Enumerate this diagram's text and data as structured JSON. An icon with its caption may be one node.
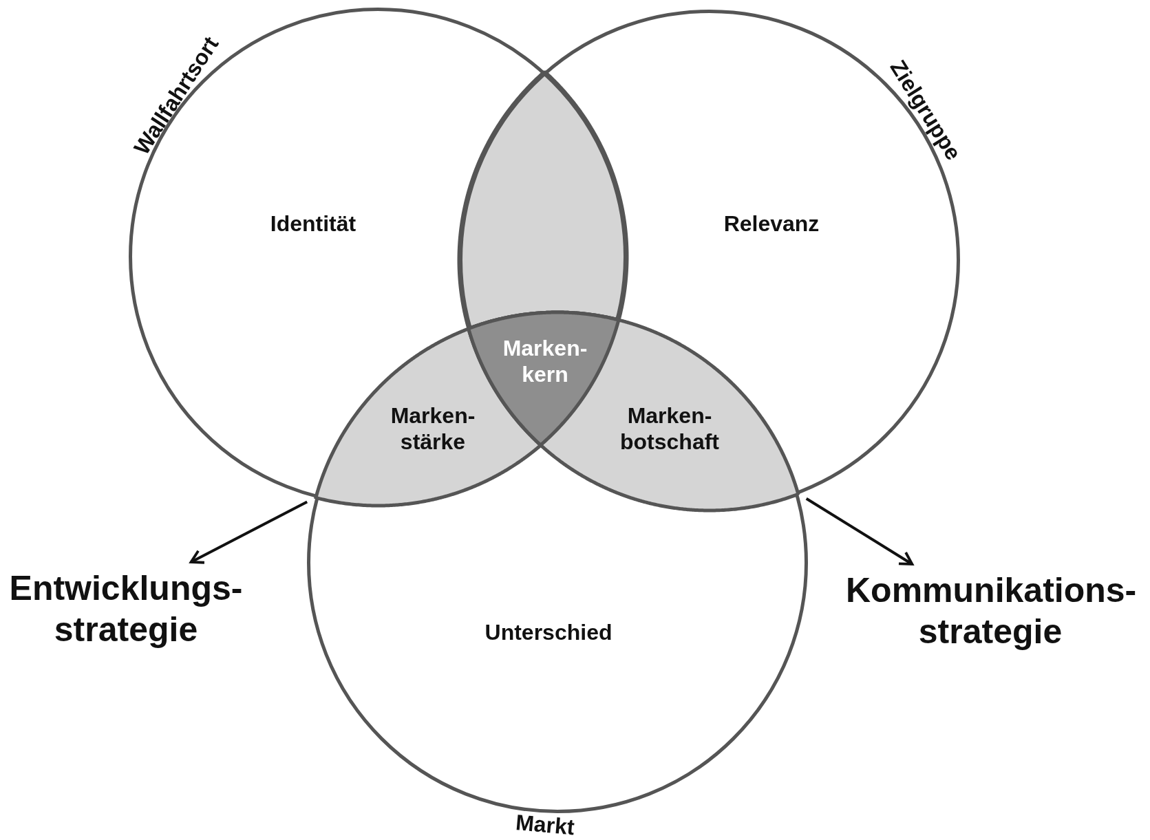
{
  "diagram": {
    "nodes": [
      {
        "text": [
          "Wallfahrtsort",
          "Identität"
        ]
      },
      {
        "text": [
          "Zielgruppe",
          "Relevanz"
        ]
      },
      {
        "text": [
          "Markt",
          "Unterschied"
        ]
      },
      {
        "text": [
          "Marken- stärke"
        ]
      },
      {
        "text": [
          "Marken- botschaft"
        ]
      },
      {
        "text": [
          "Marken- kern"
        ]
      },
      {
        "text": [
          "Entwicklungs- strategie"
        ]
      },
      {
        "text": [
          "Kommunikations- strategie"
        ]
      },
      {
        "text": [],
        "shape": "lens"
      }
    ],
    "edges": [
      {
        "from": 3,
        "to": 6,
        "arrow": "to"
      },
      {
        "from": 4,
        "to": 7,
        "arrow": "to"
      }
    ]
  }
}
